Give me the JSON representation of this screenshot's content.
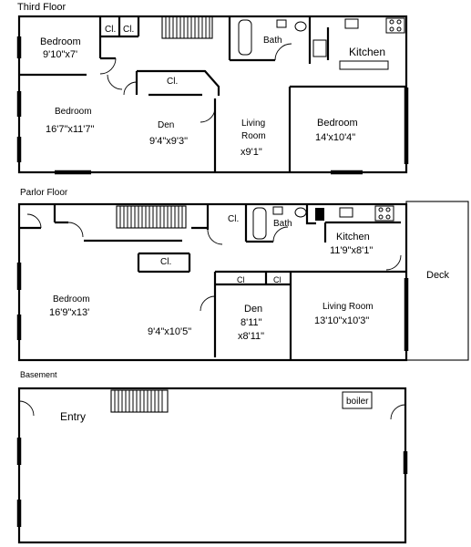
{
  "floors": {
    "third": {
      "heading": "Third Floor",
      "rooms": {
        "bedroom_small": {
          "name": "Bedroom",
          "size": "9'10\"x7'"
        },
        "closet_1": "Cl.",
        "closet_2": "Cl.",
        "closet_3": "Cl.",
        "bath": "Bath",
        "kitchen": "Kitchen",
        "bedroom_large": {
          "name": "Bedroom",
          "size": "16'7\"x11'7\""
        },
        "den": {
          "name": "Den",
          "size": "9'4\"x9'3\""
        },
        "living": {
          "name_line1": "Living",
          "name_line2": "Room",
          "size": "x9'1\""
        },
        "bedroom_front": {
          "name": "Bedroom",
          "size": "14'x10'4\""
        }
      }
    },
    "parlor": {
      "heading": "Parlor Floor",
      "rooms": {
        "closet_1": "Cl.",
        "bath": "Bath",
        "kitchen": {
          "name": "Kitchen",
          "size": "11'9\"x8'1\""
        },
        "closet_2": "Cl.",
        "closet_3": "Cl",
        "closet_4": "Cl",
        "deck": "Deck",
        "bedroom": {
          "name": "Bedroom",
          "size": "16'9\"x13'"
        },
        "middle_size": "9'4\"x10'5\"",
        "den": {
          "name": "Den",
          "size_line1": "8'11\"",
          "size_line2": "x8'11\""
        },
        "living": {
          "name": "Living Room",
          "size": "13'10\"x10'3\""
        }
      }
    },
    "basement": {
      "heading": "Basement",
      "rooms": {
        "entry": "Entry",
        "boiler": "boiler"
      }
    }
  }
}
